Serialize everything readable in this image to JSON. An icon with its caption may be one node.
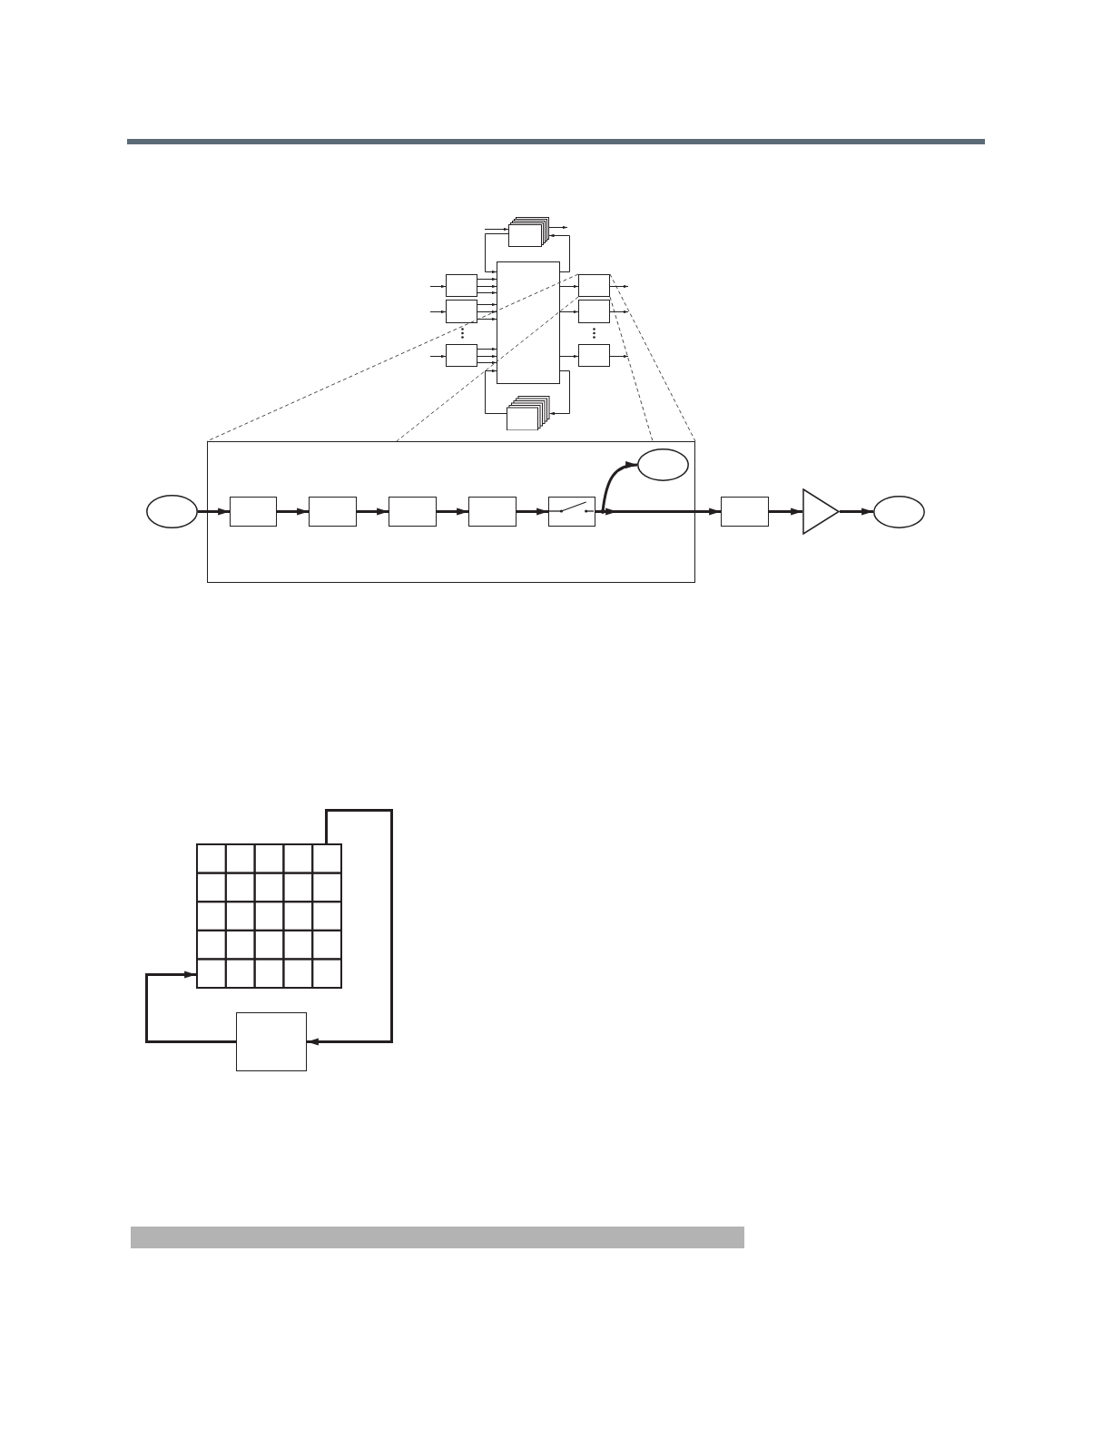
{
  "diagram": {
    "nodes": [
      {
        "text": [],
        "shape": "stack"
      },
      {
        "text": [],
        "shape": "box"
      },
      {
        "text": [],
        "shape": "box"
      },
      {
        "text": [],
        "shape": "box"
      },
      {
        "text": [],
        "shape": "box"
      },
      {
        "text": [],
        "shape": "box"
      },
      {
        "text": [],
        "shape": "box"
      },
      {
        "text": [],
        "shape": "box"
      },
      {
        "text": [],
        "shape": "stack"
      },
      {
        "text": [],
        "shape": "ellipse"
      },
      {
        "text": [],
        "shape": "box"
      },
      {
        "text": [],
        "shape": "box",
        "in": 10
      },
      {
        "text": [],
        "shape": "box",
        "in": 10
      },
      {
        "text": [],
        "shape": "box",
        "in": 10
      },
      {
        "text": [],
        "shape": "box",
        "in": 10
      },
      {
        "text": [],
        "shape": "switch",
        "in": 10
      },
      {
        "text": [],
        "shape": "ellipse",
        "in": 10
      },
      {
        "text": [],
        "shape": "box"
      },
      {
        "text": [],
        "shape": "triangle"
      },
      {
        "text": [],
        "shape": "ellipse"
      },
      {
        "text": [],
        "shape": "grid"
      },
      {
        "text": [],
        "shape": "box"
      },
      {
        "text": [],
        "shape": "bar"
      }
    ],
    "edges": [
      {
        "from": null,
        "to": 0,
        "arrow": "to"
      },
      {
        "from": 0,
        "to": null,
        "arrow": "to"
      },
      {
        "from": 0,
        "to": 4,
        "arrow": "to"
      },
      {
        "from": 4,
        "to": 0,
        "arrow": "to"
      },
      {
        "from": null,
        "to": 1,
        "arrow": "to"
      },
      {
        "from": null,
        "to": 2,
        "arrow": "to"
      },
      {
        "from": null,
        "to": 3,
        "arrow": "to"
      },
      {
        "from": 1,
        "to": 4,
        "arrow": "to"
      },
      {
        "from": 1,
        "to": 4,
        "arrow": "to"
      },
      {
        "from": 1,
        "to": 4,
        "arrow": "to"
      },
      {
        "from": 2,
        "to": 4,
        "arrow": "to"
      },
      {
        "from": 2,
        "to": 4,
        "arrow": "to"
      },
      {
        "from": 2,
        "to": 4,
        "arrow": "to"
      },
      {
        "from": 3,
        "to": 4,
        "arrow": "to"
      },
      {
        "from": 3,
        "to": 4,
        "arrow": "to"
      },
      {
        "from": 3,
        "to": 4,
        "arrow": "to"
      },
      {
        "from": 4,
        "to": 5,
        "arrow": "to"
      },
      {
        "from": 4,
        "to": 6,
        "arrow": "to"
      },
      {
        "from": 4,
        "to": 7,
        "arrow": "to"
      },
      {
        "from": 5,
        "to": null,
        "arrow": "to"
      },
      {
        "from": 6,
        "to": null,
        "arrow": "to"
      },
      {
        "from": 7,
        "to": null,
        "arrow": "to"
      },
      {
        "from": 8,
        "to": 4,
        "arrow": "to"
      },
      {
        "from": 4,
        "to": 8,
        "arrow": "to"
      },
      {
        "from": 9,
        "to": 11,
        "arrow": "to"
      },
      {
        "from": 11,
        "to": 12,
        "arrow": "to"
      },
      {
        "from": 12,
        "to": 13,
        "arrow": "to"
      },
      {
        "from": 13,
        "to": 14,
        "arrow": "to"
      },
      {
        "from": 14,
        "to": 15,
        "arrow": "to"
      },
      {
        "from": 15,
        "to": 16,
        "arrow": "to"
      },
      {
        "from": 15,
        "to": 17,
        "arrow": "to"
      },
      {
        "from": 17,
        "to": 18,
        "arrow": "to"
      },
      {
        "from": 18,
        "to": 19,
        "arrow": "to"
      },
      {
        "from": 20,
        "to": 21,
        "arrow": "to"
      },
      {
        "from": 21,
        "to": 20,
        "arrow": "to"
      }
    ]
  }
}
